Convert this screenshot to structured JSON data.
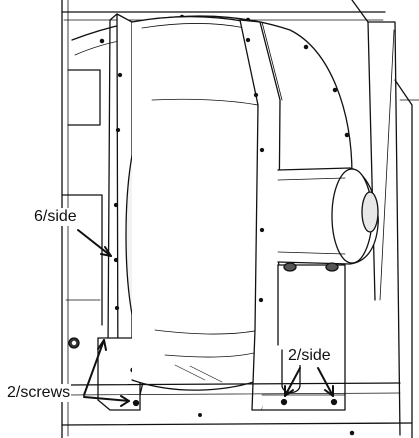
{
  "figure": {
    "callouts": {
      "six_per_side": "6/side",
      "two_screws": "2/screws",
      "two_per_side": "2/side"
    },
    "colors": {
      "line": "#111111",
      "fill": "#ffffff",
      "shade": "#e8e8e8",
      "dark": "#2a2a2a"
    }
  }
}
